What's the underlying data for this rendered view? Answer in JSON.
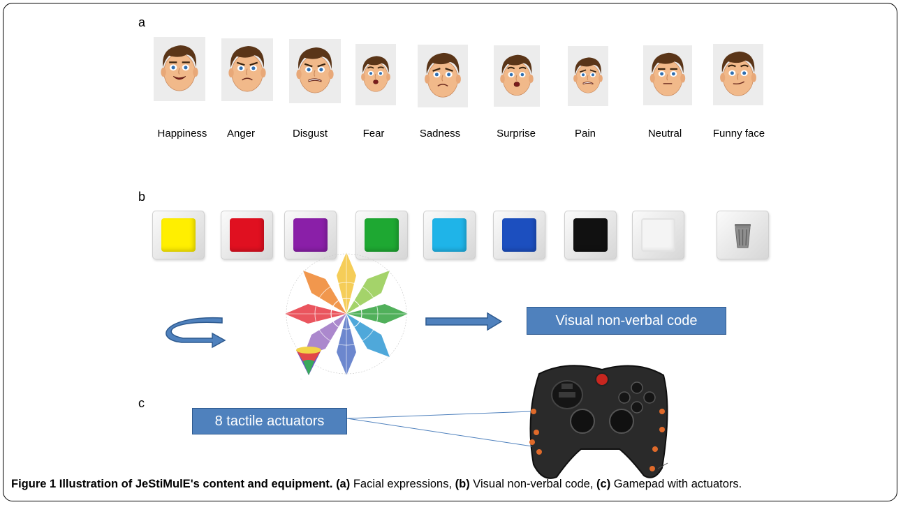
{
  "panels": {
    "a": "a",
    "b": "b",
    "c": "c"
  },
  "faces": [
    {
      "label": "Happiness",
      "mouth": "smile",
      "brow": "normal"
    },
    {
      "label": "Anger",
      "mouth": "frown",
      "brow": "angry"
    },
    {
      "label": "Disgust",
      "mouth": "grimace",
      "brow": "angry"
    },
    {
      "label": "Fear",
      "mouth": "open",
      "brow": "raised"
    },
    {
      "label": "Sadness",
      "mouth": "frown",
      "brow": "sad"
    },
    {
      "label": "Surprise",
      "mouth": "open",
      "brow": "raised"
    },
    {
      "label": "Pain",
      "mouth": "grimace",
      "brow": "sad"
    },
    {
      "label": "Neutral",
      "mouth": "flat",
      "brow": "normal"
    },
    {
      "label": "Funny face",
      "mouth": "smirk",
      "brow": "raised"
    }
  ],
  "color_buttons": [
    {
      "name": "yellow",
      "color": "#ffef00"
    },
    {
      "name": "red",
      "color": "#e01020"
    },
    {
      "name": "purple",
      "color": "#8a1fa8"
    },
    {
      "name": "green",
      "color": "#1ea832"
    },
    {
      "name": "light-blue",
      "color": "#1fb4e8"
    },
    {
      "name": "blue",
      "color": "#1c4fbf"
    },
    {
      "name": "black",
      "color": "#111111"
    },
    {
      "name": "white",
      "color": "#f4f4f4"
    },
    {
      "name": "trash",
      "color": "#9a9a9a"
    }
  ],
  "code_label": "Visual non-verbal code",
  "actuator_label": "8 tactile actuators",
  "caption": {
    "title": "Figure 1 Illustration of JeStiMulE's content and equipment.",
    "a_tag": "(a)",
    "a_text": " Facial expressions, ",
    "b_tag": "(b)",
    "b_text": " Visual non-verbal code, ",
    "c_tag": "(c)",
    "c_text": " Gamepad with actuators."
  },
  "colors": {
    "accent": "#4f81bd",
    "arrow_fill": "#4f81bd",
    "arrow_stroke": "#2e5a8f"
  }
}
